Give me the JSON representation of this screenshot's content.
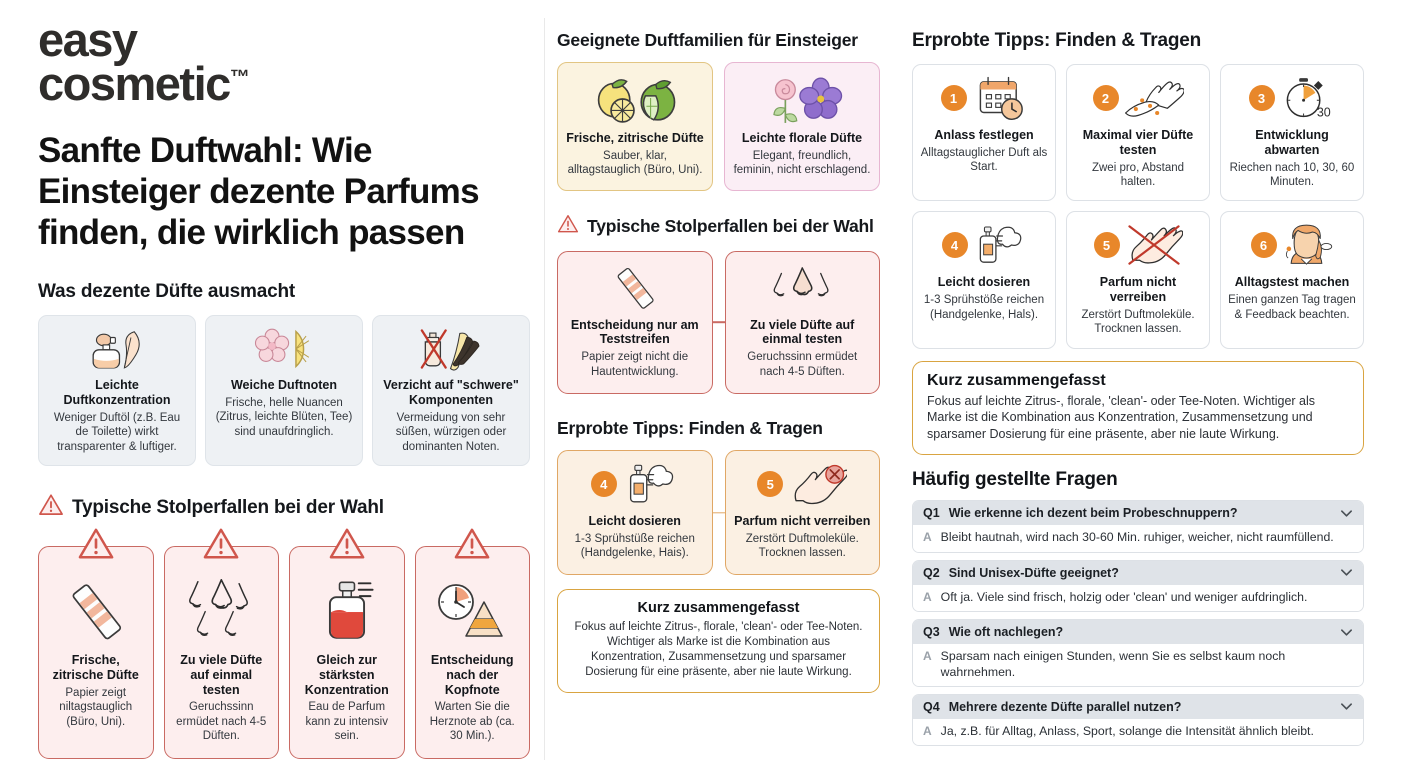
{
  "brand": {
    "line1": "easy",
    "line2": "cosmetic",
    "tm": "™"
  },
  "headline": "Sanfte Duftwahl: Wie Einsteiger dezente Parfums finden, die wirklich passen",
  "colors": {
    "accent_orange": "#e8872a",
    "warn_red": "#c96a63",
    "gold": "#d9a441",
    "card_gray": "#eef1f4"
  },
  "left": {
    "aspects_heading": "Was dezente Düfte ausmacht",
    "aspects": [
      {
        "icon": "perfume-feather-icon",
        "title": "Leichte Duftkonzentration",
        "desc": "Weniger Duftöl (z.B. Eau de Toilette) wirkt transparenter & luftiger."
      },
      {
        "icon": "blossom-lemon-icon",
        "title": "Weiche Duftnoten",
        "desc": "Frische, helle Nuancen (Zitrus, leichte Blüten, Tee) sind unaufdringlich."
      },
      {
        "icon": "no-heavy-vanilla-icon",
        "title": "Verzicht auf \"schwere\" Komponenten",
        "desc": "Vermeidung von sehr süßen, würzigen oder dominanten Noten."
      }
    ],
    "pitfalls_heading": "Typische Stolperfallen bei der Wahl",
    "pitfalls": [
      {
        "icon": "test-strip-icon",
        "title": "Frische, zitrische Düfte",
        "desc": "Papier zeigt niltagstauglich (Büro, Uni)."
      },
      {
        "icon": "noses-icon",
        "title": "Zu viele Düfte auf einmal testen",
        "desc": "Geruchssinn ermüdet nach 4-5 Düften."
      },
      {
        "icon": "strong-bottle-icon",
        "title": "Gleich zur stärksten Konzentration",
        "desc": "Eau de Parfum kann zu intensiv sein."
      },
      {
        "icon": "clock-pyramid-icon",
        "title": "Entscheidung nach der Kopfnote",
        "desc": "Warten Sie die Herznote ab (ca. 30 Min.)."
      }
    ]
  },
  "mid": {
    "families_heading": "Geeignete Duftfamilien für Einsteiger",
    "families": [
      {
        "icon": "lemon-lime-icon",
        "title": "Frische, zitrische Düfte",
        "desc": "Sauber, klar, alltagstauglich (Büro, Uni)."
      },
      {
        "icon": "rose-violet-icon",
        "title": "Leichte florale Düfte",
        "desc": "Elegant, freundlich, feminin, nicht erschlagend."
      }
    ],
    "pitfalls_heading": "Typische Stolperfallen bei der Wahl",
    "pitfalls": [
      {
        "icon": "test-strip-icon",
        "title": "Entscheidung nur am Teststreifen",
        "desc": "Papier zeigt nicht die Hautentwicklung."
      },
      {
        "icon": "noses-icon",
        "title": "Zu viele Düfte auf einmal testen",
        "desc": "Geruchssinn ermüdet nach 4-5 Düften."
      }
    ],
    "tips_heading": "Erprobte Tipps: Finden & Tragen",
    "tips": [
      {
        "num": "4",
        "icon": "spray-bottle-icon",
        "title": "Leicht dosieren",
        "desc": "1-3 Sprühstüße reichen (Handgelenke, Hais)."
      },
      {
        "num": "5",
        "icon": "no-rub-hands-icon",
        "title": "Parfum nicht verreiben",
        "desc": "Zerstört Duftmoleküle. Trocknen lassen."
      }
    ],
    "summary": {
      "title": "Kurz zusammengefasst",
      "text": "Fokus auf leichte Zitrus-, florale, 'clean'- oder Tee-Noten. Wichtiger als Marke ist die Kombination aus Konzentration, Zusammensetzung und sparsamer Dosierung für eine präsente, aber nie laute Wirkung."
    }
  },
  "right": {
    "tips_heading": "Erprobte Tipps: Finden & Tragen",
    "tips": [
      {
        "num": "1",
        "icon": "calendar-clock-icon",
        "title": "Anlass festlegen",
        "desc": "Alltagstauglicher Duft als Start."
      },
      {
        "num": "2",
        "icon": "arm-test-icon",
        "title": "Maximal vier Düfte testen",
        "desc": "Zwei pro, Abstand halten."
      },
      {
        "num": "3",
        "icon": "stopwatch-30-icon",
        "title": "Entwicklung abwarten",
        "desc": "Riechen nach 10, 30, 60 Minuten."
      },
      {
        "num": "4",
        "icon": "spray-bottle-icon",
        "title": "Leicht dosieren",
        "desc": "1-3 Sprühstöße reichen (Handgelenke, Hals)."
      },
      {
        "num": "5",
        "icon": "no-rub-hands-icon",
        "title": "Parfum nicht verreiben",
        "desc": "Zerstört Duftmoleküle. Trocknen lassen."
      },
      {
        "num": "6",
        "icon": "woman-daytest-icon",
        "title": "Alltagstest machen",
        "desc": "Einen ganzen Tag tragen & Feedback beachten."
      }
    ],
    "summary": {
      "title": "Kurz zusammengefasst",
      "text": "Fokus auf leichte Zitrus-, florale, 'clean'- oder Tee-Noten. Wichtiger als Marke ist die Kombination aus Konzentration, Zusammensetzung und sparsamer Dosierung für eine präsente, aber nie laute Wirkung."
    },
    "faq_heading": "Häufig gestellte Fragen",
    "answer_label": "A",
    "faq": [
      {
        "n": "Q1",
        "q": "Wie erkenne ich dezent beim Probeschnuppern?",
        "a": "Bleibt hautnah, wird nach 30-60 Min. ruhiger, weicher, nicht raumfüllend."
      },
      {
        "n": "Q2",
        "q": "Sind Unisex-Düfte geeignet?",
        "a": "Oft ja. Viele sind frisch, holzig oder 'clean' und weniger aufdringlich."
      },
      {
        "n": "Q3",
        "q": "Wie oft nachlegen?",
        "a": "Sparsam nach einigen Stunden, wenn Sie es selbst kaum noch wahrnehmen."
      },
      {
        "n": "Q4",
        "q": "Mehrere dezente Düfte parallel nutzen?",
        "a": "Ja, z.B. für Alltag, Anlass, Sport, solange die Intensität ähnlich bleibt."
      }
    ]
  }
}
